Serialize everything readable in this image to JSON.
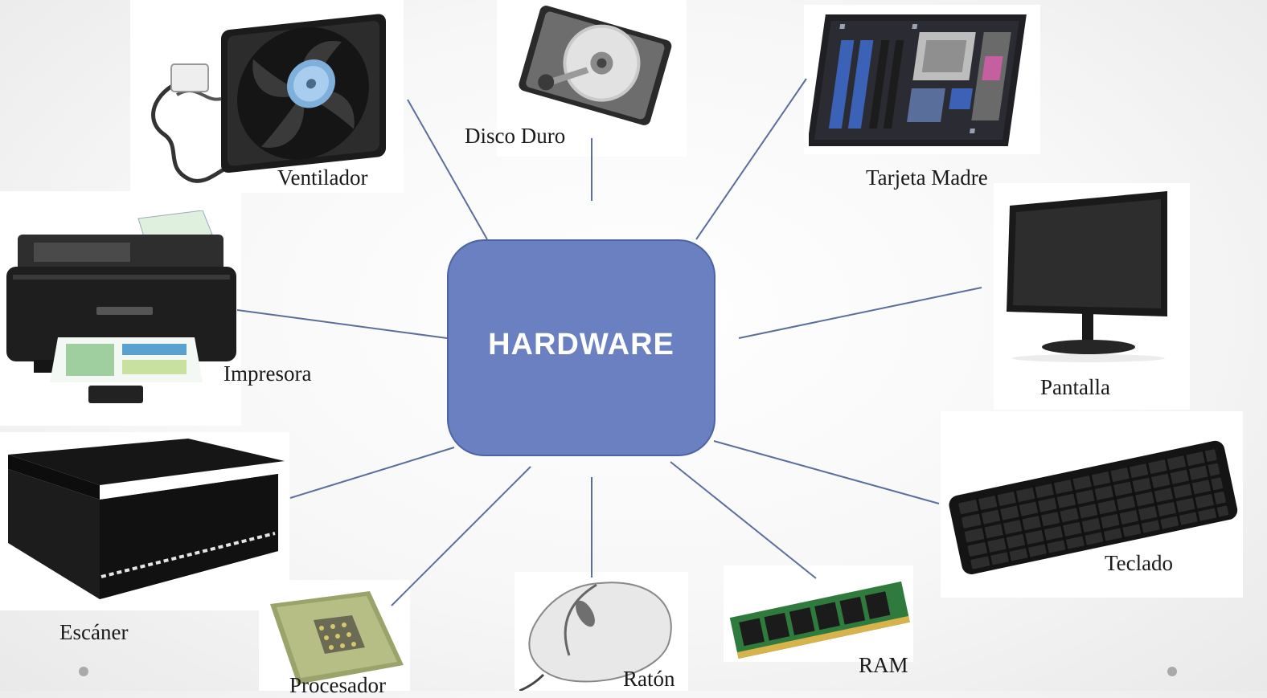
{
  "diagram": {
    "hub": {
      "title": "HARDWARE",
      "color": "#6a80c0"
    },
    "connector_color": "#5b6e9c",
    "components": [
      {
        "id": "ventilador",
        "label": "Ventilador",
        "icon": "fan-icon"
      },
      {
        "id": "disco-duro",
        "label": "Disco Duro",
        "icon": "hard-disk-icon"
      },
      {
        "id": "tarjeta-madre",
        "label": "Tarjeta Madre",
        "icon": "motherboard-icon"
      },
      {
        "id": "impresora",
        "label": "Impresora",
        "icon": "printer-icon"
      },
      {
        "id": "pantalla",
        "label": "Pantalla",
        "icon": "monitor-icon"
      },
      {
        "id": "escaner",
        "label": "Escáner",
        "icon": "scanner-icon"
      },
      {
        "id": "teclado",
        "label": "Teclado",
        "icon": "keyboard-icon"
      },
      {
        "id": "procesador",
        "label": "Procesador",
        "icon": "cpu-icon"
      },
      {
        "id": "raton",
        "label": "Ratón",
        "icon": "mouse-icon"
      },
      {
        "id": "ram",
        "label": "RAM",
        "icon": "ram-icon"
      }
    ]
  }
}
